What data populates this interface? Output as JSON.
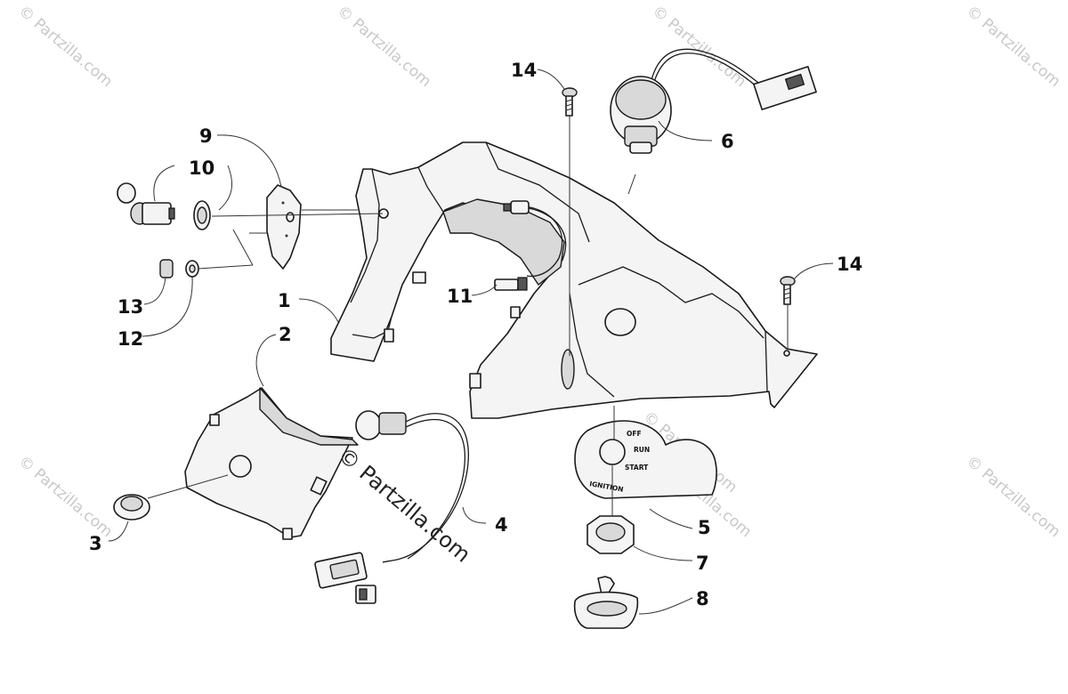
{
  "watermarks": [
    "© Partzilla.com",
    "© Partzilla.com",
    "© Partzilla.com",
    "© Partzilla.com",
    "© Partzilla.com",
    "© Partzilla.com",
    "© Partzilla.com",
    "© Partzilla.com"
  ],
  "center_watermark": "© Partzilla.com",
  "callouts": [
    {
      "id": "1",
      "label": "1"
    },
    {
      "id": "2",
      "label": "2"
    },
    {
      "id": "3",
      "label": "3"
    },
    {
      "id": "4",
      "label": "4"
    },
    {
      "id": "5",
      "label": "5"
    },
    {
      "id": "6",
      "label": "6"
    },
    {
      "id": "7",
      "label": "7"
    },
    {
      "id": "8",
      "label": "8"
    },
    {
      "id": "9",
      "label": "9"
    },
    {
      "id": "10",
      "label": "10"
    },
    {
      "id": "11",
      "label": "11"
    },
    {
      "id": "12",
      "label": "12"
    },
    {
      "id": "13",
      "label": "13"
    },
    {
      "id": "14a",
      "label": "14"
    },
    {
      "id": "14b",
      "label": "14"
    }
  ],
  "ignition_plate": {
    "off": "OFF",
    "run": "RUN",
    "start": "START",
    "ignition": "IGNITION"
  }
}
